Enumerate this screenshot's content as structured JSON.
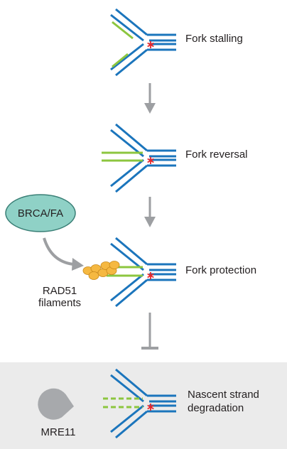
{
  "steps": {
    "stalling": "Fork stalling",
    "reversal": "Fork reversal",
    "protection": "Fork protection",
    "degradation_line1": "Nascent strand",
    "degradation_line2": "degradation"
  },
  "actors": {
    "brca": "BRCA/FA",
    "rad51_line1": "RAD51",
    "rad51_line2": "filaments",
    "mre11": "MRE11"
  },
  "colors": {
    "parental_strand": "#1b75bc",
    "nascent_strand": "#8cc63f",
    "lesion": "#e8262b",
    "arrow": "#9d9fa2",
    "brca_fill": "#8fd1c6",
    "brca_stroke": "#3a7f76",
    "rad51": "#f5b841",
    "panel_bg": "#ebebeb",
    "mre11": "#a7a9ac"
  }
}
